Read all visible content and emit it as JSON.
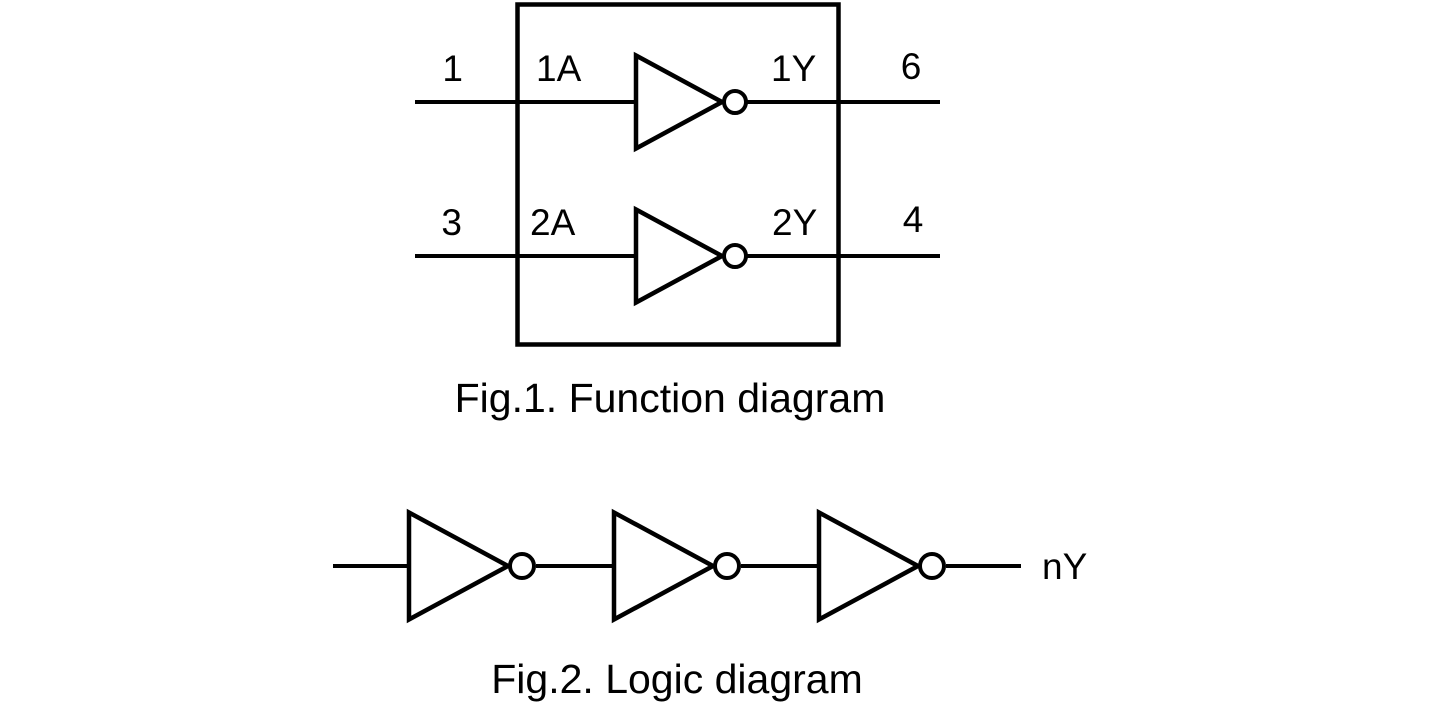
{
  "figure1": {
    "caption": "Fig.1. Function diagram",
    "channels": [
      {
        "pin_in": "1",
        "input_name": "1A",
        "output_name": "1Y",
        "pin_out": "6"
      },
      {
        "pin_in": "3",
        "input_name": "2A",
        "output_name": "2Y",
        "pin_out": "4"
      }
    ]
  },
  "figure2": {
    "caption": "Fig.2. Logic diagram",
    "output_label": "nY",
    "inverter_count": 3
  },
  "colors": {
    "line": "#000000",
    "background": "#ffffff"
  }
}
